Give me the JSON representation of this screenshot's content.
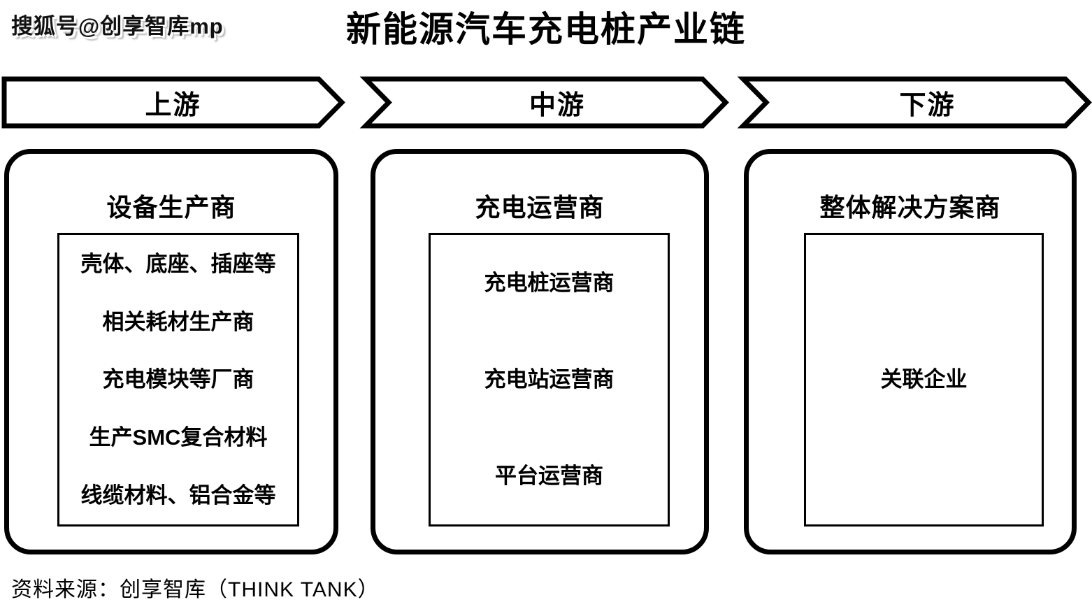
{
  "watermark": "搜狐号@创享智库mp",
  "title": "新能源汽车充电桩产业链",
  "stages": [
    {
      "id": "upstream",
      "label": "上游"
    },
    {
      "id": "midstream",
      "label": "中游"
    },
    {
      "id": "downstream",
      "label": "下游"
    }
  ],
  "columns": [
    {
      "title": "设备生产商",
      "items": [
        "壳体、底座、插座等",
        "相关耗材生产商",
        "充电模块等厂商",
        "生产SMC复合材料",
        "线缆材料、铝合金等"
      ]
    },
    {
      "title": "充电运营商",
      "items": [
        "充电桩运营商",
        "充电站运营商",
        "平台运营商"
      ]
    },
    {
      "title": "整体解决方案商",
      "items": [
        "关联企业"
      ]
    }
  ],
  "source": "资料来源：创享智库（THINK TANK）",
  "colors": {
    "ink": "#000000",
    "background": "#ffffff"
  }
}
